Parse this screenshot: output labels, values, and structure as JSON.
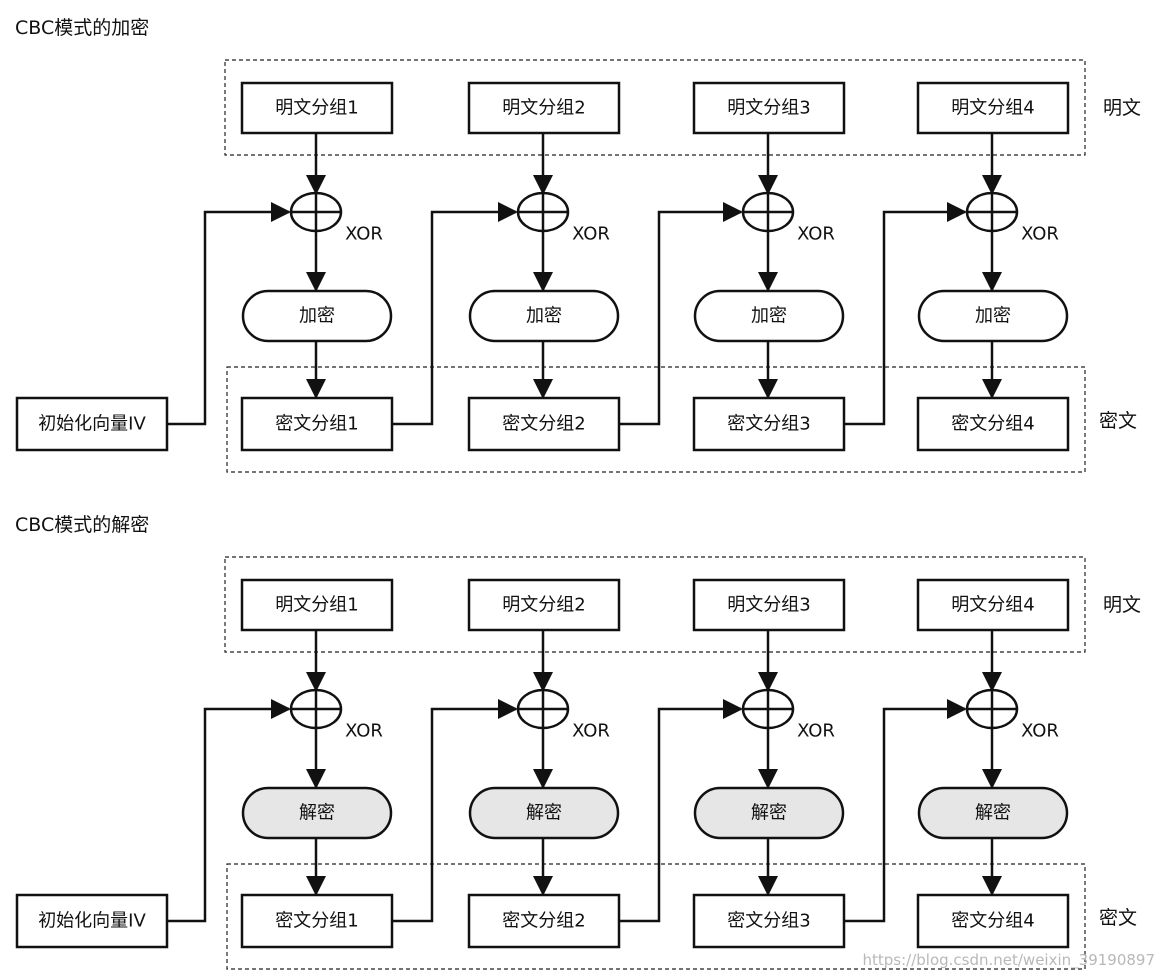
{
  "encryption": {
    "title": "CBC模式的加密",
    "plaintext_blocks": [
      "明文分组1",
      "明文分组2",
      "明文分组3",
      "明文分组4"
    ],
    "xor_label": "XOR",
    "operation_label": "加密",
    "ciphertext_blocks": [
      "密文分组1",
      "密文分组2",
      "密文分组3",
      "密文分组4"
    ],
    "iv_label": "初始化向量IV",
    "plaintext_group_label": "明文",
    "ciphertext_group_label": "密文"
  },
  "decryption": {
    "title": "CBC模式的解密",
    "plaintext_blocks": [
      "明文分组1",
      "明文分组2",
      "明文分组3",
      "明文分组4"
    ],
    "xor_label": "XOR",
    "operation_label": "解密",
    "ciphertext_blocks": [
      "密文分组1",
      "密文分组2",
      "密文分组3",
      "密文分组4"
    ],
    "iv_label": "初始化向量IV",
    "plaintext_group_label": "明文",
    "ciphertext_group_label": "密文"
  },
  "watermark": "https://blog.csdn.net/weixin_39190897",
  "colors": {
    "line": "#111111",
    "decrypt_fill": "#e6e6e6",
    "background": "#ffffff"
  }
}
